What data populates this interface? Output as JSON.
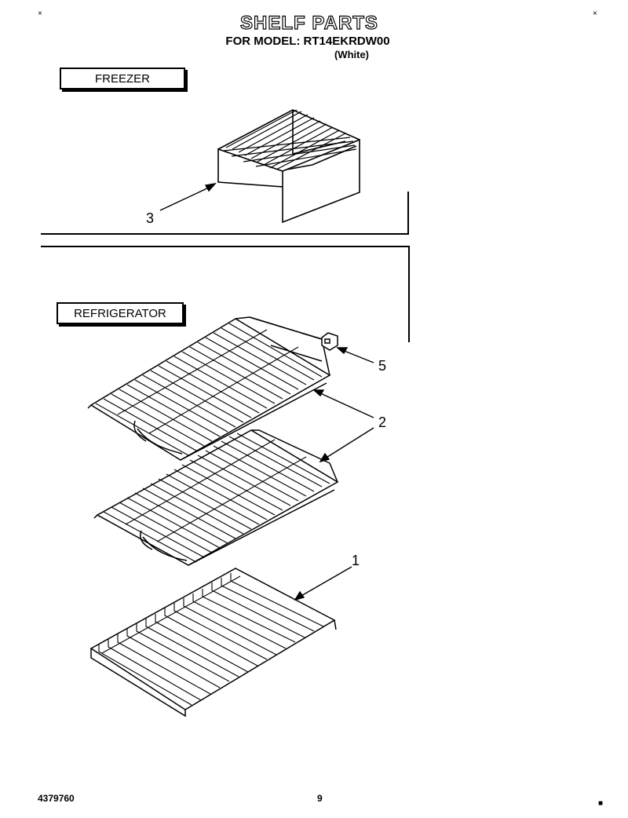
{
  "header": {
    "title": "SHELF PARTS",
    "model": "FOR MODEL: RT14EKRDW00",
    "color": "(White)"
  },
  "sections": {
    "freezer": "FREEZER",
    "refrigerator": "REFRIGERATOR"
  },
  "callouts": {
    "c1": "1",
    "c2": "2",
    "c3": "3",
    "c5": "5"
  },
  "footer": {
    "part_number": "4379760",
    "page": "9"
  }
}
